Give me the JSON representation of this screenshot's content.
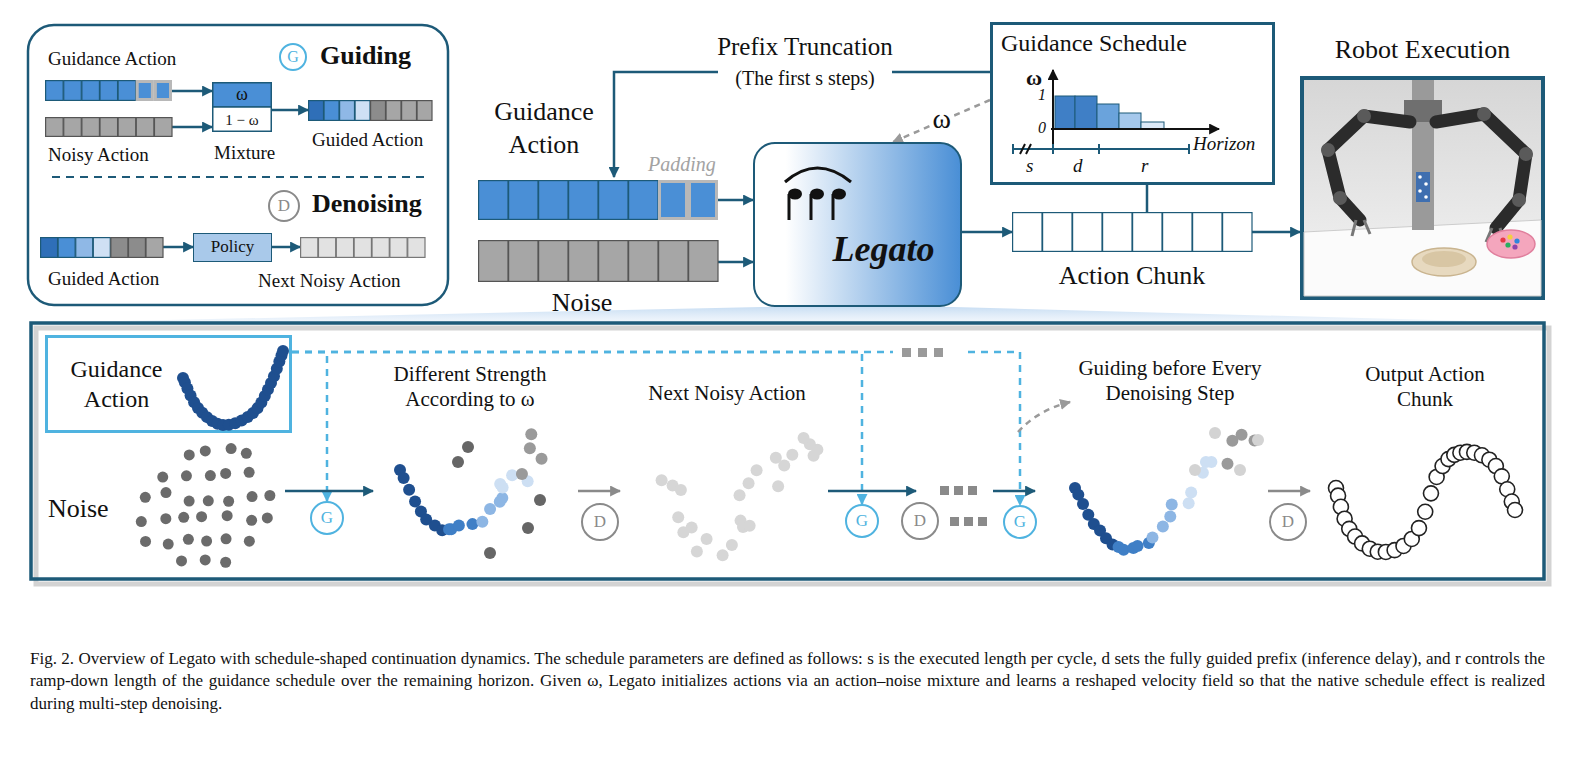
{
  "diagram": {
    "caption": "Fig. 2. Overview of Legato with schedule-shaped continuation dynamics. The schedule parameters are defined as follows: s is the executed length per cycle, d sets the fully guided prefix (inference delay), and r controls the ramp-down length of the guidance schedule over the remaining horizon. Given ω, Legato initializes actions via an action–noise mixture and learns a reshaped velocity field so that the native schedule effect is realized during multi-step denoising.",
    "nodes": [
      {
        "text": [
          "Guidance Action"
        ]
      },
      {
        "text": [
          "G",
          "Guiding"
        ]
      },
      {
        "text": [
          "Noisy Action"
        ]
      },
      {
        "text": [
          "ω",
          "1 − ω",
          "Mixture"
        ]
      },
      {
        "text": [
          "Guided Action"
        ]
      },
      {
        "text": [
          "D",
          "Denoising"
        ]
      },
      {
        "text": [
          "Guided Action"
        ]
      },
      {
        "text": [
          "Policy"
        ]
      },
      {
        "text": [
          "Next Noisy Action"
        ]
      },
      {
        "text": [
          "Guidance Action",
          "Padding"
        ]
      },
      {
        "text": [
          "Noise"
        ]
      },
      {
        "text": [
          "Legato"
        ]
      },
      {
        "text": [
          "Guidance Schedule",
          "ω",
          "1",
          "0",
          "Horizon",
          "s",
          "d",
          "r"
        ]
      },
      {
        "text": [
          "Action Chunk"
        ]
      },
      {
        "text": [
          "Robot Execution"
        ]
      },
      {
        "text": [
          "Guidance Action"
        ]
      },
      {
        "text": [
          "G"
        ]
      },
      {
        "text": [
          "D"
        ]
      },
      {
        "text": [
          "G"
        ]
      },
      {
        "text": [
          "D"
        ]
      },
      {
        "text": [
          "G"
        ]
      },
      {
        "text": [
          "D"
        ]
      }
    ],
    "edges": [
      {
        "from": 0,
        "to": 3,
        "arrow": "to"
      },
      {
        "from": 2,
        "to": 3,
        "arrow": "to"
      },
      {
        "from": 3,
        "to": 4,
        "arrow": "to"
      },
      {
        "from": 6,
        "to": 7,
        "arrow": "to"
      },
      {
        "from": 7,
        "to": 8,
        "arrow": "to"
      },
      {
        "from": 9,
        "to": 11,
        "arrow": "to"
      },
      {
        "from": 10,
        "to": 11,
        "arrow": "to"
      },
      {
        "from": 11,
        "to": 13,
        "arrow": "to"
      },
      {
        "from": 13,
        "to": 14,
        "arrow": "to"
      },
      {
        "from": 12,
        "to": 11,
        "label": "ω",
        "arrow": "to"
      },
      {
        "from": 12,
        "to": 13,
        "arrow": "none"
      },
      {
        "from": 15,
        "to": 16,
        "arrow": "to"
      },
      {
        "from": 15,
        "to": 18,
        "arrow": "to"
      },
      {
        "from": 15,
        "to": 20,
        "arrow": "to"
      }
    ],
    "labels": [
      "Prefix Truncation",
      "(The first s steps)",
      "Noise",
      "Different Strength According to ω",
      "Next Noisy Action",
      "Guiding before Every Denoising Step",
      "Output Action Chunk"
    ]
  }
}
